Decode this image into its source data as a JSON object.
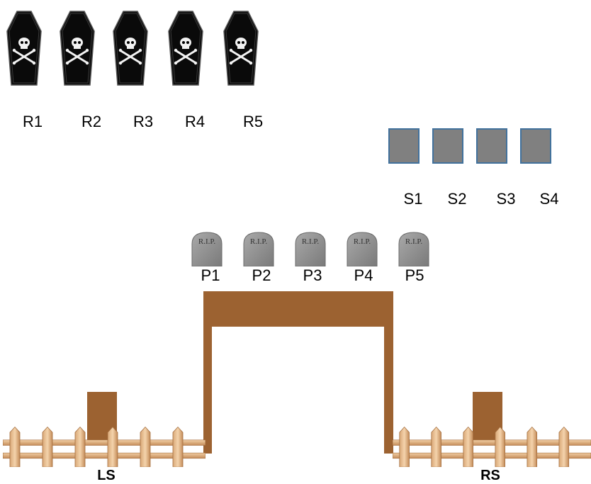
{
  "coffins": [
    {
      "label": "R1",
      "icon": "coffin-skull-icon"
    },
    {
      "label": "R2",
      "icon": "coffin-skull-icon"
    },
    {
      "label": "R3",
      "icon": "coffin-skull-icon"
    },
    {
      "label": "R4",
      "icon": "coffin-skull-icon"
    },
    {
      "label": "R5",
      "icon": "coffin-skull-icon"
    }
  ],
  "squares": [
    {
      "label": "S1"
    },
    {
      "label": "S2"
    },
    {
      "label": "S3"
    },
    {
      "label": "S4"
    }
  ],
  "tombstones": [
    {
      "label": "P1",
      "engraving": "R.I.P."
    },
    {
      "label": "P2",
      "engraving": "R.I.P."
    },
    {
      "label": "P3",
      "engraving": "R.I.P."
    },
    {
      "label": "P4",
      "engraving": "R.I.P."
    },
    {
      "label": "P5",
      "engraving": "R.I.P."
    }
  ],
  "left_side": {
    "label": "LS",
    "icon": "picket-fence-icon"
  },
  "right_side": {
    "label": "RS",
    "icon": "picket-fence-icon"
  },
  "colors": {
    "coffin": "#000000",
    "square_fill": "#808080",
    "square_border": "#41719c",
    "wood": "#9c6231",
    "stone": "#8e8e8e"
  }
}
